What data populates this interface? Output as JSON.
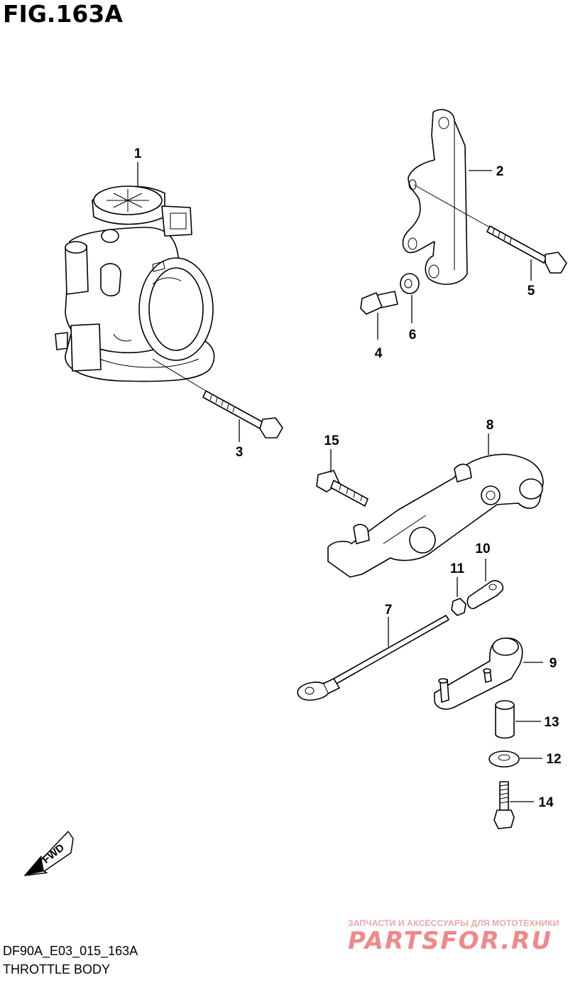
{
  "figure": {
    "title": "FIG.163A",
    "code": "DF90A_E03_015_163A",
    "name": "THROTTLE BODY"
  },
  "callouts": [
    "1",
    "2",
    "3",
    "4",
    "5",
    "6",
    "7",
    "8",
    "9",
    "10",
    "11",
    "12",
    "13",
    "14",
    "15"
  ],
  "fwd_label": "FWD",
  "watermark": {
    "tagline": "ЗАПЧАСТИ И АКСЕССУАРЫ ДЛЯ МОТОТЕХНИКИ",
    "logo": "PARTSFOR.RU",
    "color": "#f08888"
  }
}
